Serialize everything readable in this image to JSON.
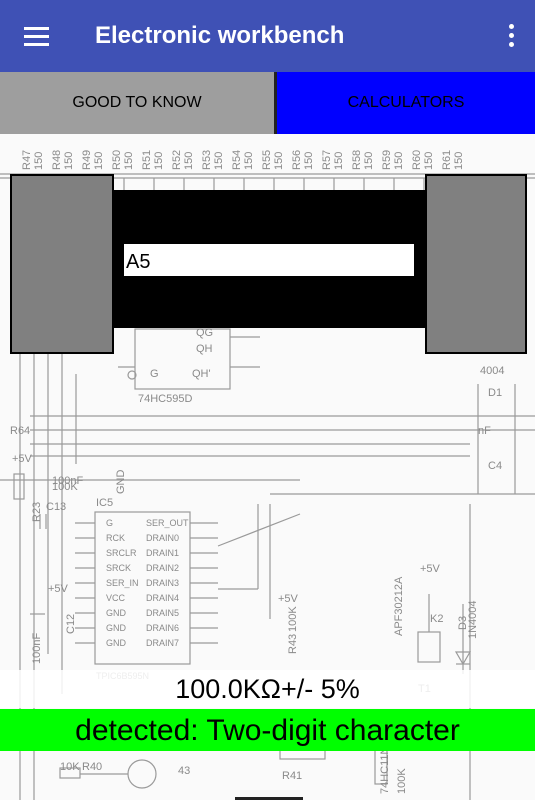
{
  "app": {
    "title": "Electronic workbench"
  },
  "tabs": [
    {
      "label": "GOOD TO KNOW"
    },
    {
      "label": "CALCULATORS"
    }
  ],
  "resistor": {
    "code_value": "A5",
    "body_color": "#000000",
    "cap_color": "#808080"
  },
  "result": {
    "value_text": "100.0KΩ+/- 5%",
    "detected_text": "detected: Two-digit character"
  },
  "colors": {
    "appbar": "#3f51b5",
    "tab_inactive": "#9e9e9e",
    "tab_active": "#0000ff",
    "detected_bg": "#00ff00"
  },
  "schematic": {
    "resistor_labels": [
      "R47",
      "R48",
      "R49",
      "R50",
      "R51",
      "R52",
      "R53",
      "R54",
      "R55",
      "R56",
      "R57",
      "R58",
      "R59",
      "R60",
      "R61"
    ],
    "resistor_value": "150",
    "chips": [
      {
        "name": "74HC595D",
        "pins": [
          "QG",
          "QH",
          "G",
          "QH'"
        ]
      },
      {
        "name": "TPIC6B595N",
        "pins": [
          "G",
          "RCK",
          "SRCLR",
          "SRCK",
          "SER_IN",
          "VCC",
          "GND",
          "GND",
          "GND",
          "SER_OUT",
          "DRAIN0",
          "DRAIN1",
          "DRAIN2",
          "DRAIN3",
          "DRAIN4",
          "DRAIN5",
          "DRAIN6",
          "DRAIN7"
        ]
      }
    ],
    "labels": [
      "+5V",
      "R23",
      "100K",
      "100nF",
      "C13",
      "IC5",
      "GND",
      "+5V",
      "C12",
      "100nF",
      "+5V",
      "R43",
      "100K",
      "T1",
      "+5V",
      "K2",
      "D3",
      "1N4004",
      "D1",
      "APF30212A",
      "nF",
      "C4",
      "4004",
      "10K",
      "R40",
      "43",
      "R41",
      "74HC11N",
      "100K",
      "R64"
    ]
  }
}
